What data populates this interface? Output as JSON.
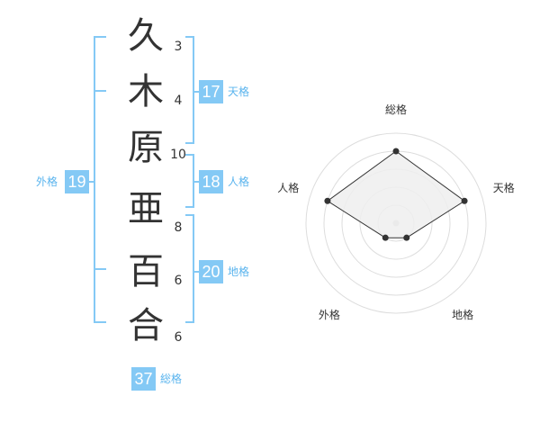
{
  "name": {
    "characters": [
      {
        "char": "久",
        "strokes": "3"
      },
      {
        "char": "木",
        "strokes": "4"
      },
      {
        "char": "原",
        "strokes": "10"
      },
      {
        "char": "亜",
        "strokes": "8"
      },
      {
        "char": "百",
        "strokes": "6"
      },
      {
        "char": "合",
        "strokes": "6"
      }
    ]
  },
  "kakusu": {
    "tenkaku": {
      "value": "17",
      "label": "天格"
    },
    "jinkaku": {
      "value": "18",
      "label": "人格"
    },
    "chikaku": {
      "value": "20",
      "label": "地格"
    },
    "gaikaku": {
      "value": "19",
      "label": "外格"
    },
    "soukaku": {
      "value": "37",
      "label": "総格"
    }
  },
  "colors": {
    "accent": "#84c9f5",
    "accent_text": "#5ab4ee",
    "text": "#333333",
    "radar_fill": "#eeeeee",
    "radar_line": "#333333",
    "ring": "#dddddd"
  },
  "chart_data": {
    "type": "radar",
    "axes": [
      "総格",
      "天格",
      "地格",
      "外格",
      "人格"
    ],
    "values": [
      4,
      4,
      1,
      1,
      4
    ],
    "rmax": 5,
    "rings": 5
  }
}
